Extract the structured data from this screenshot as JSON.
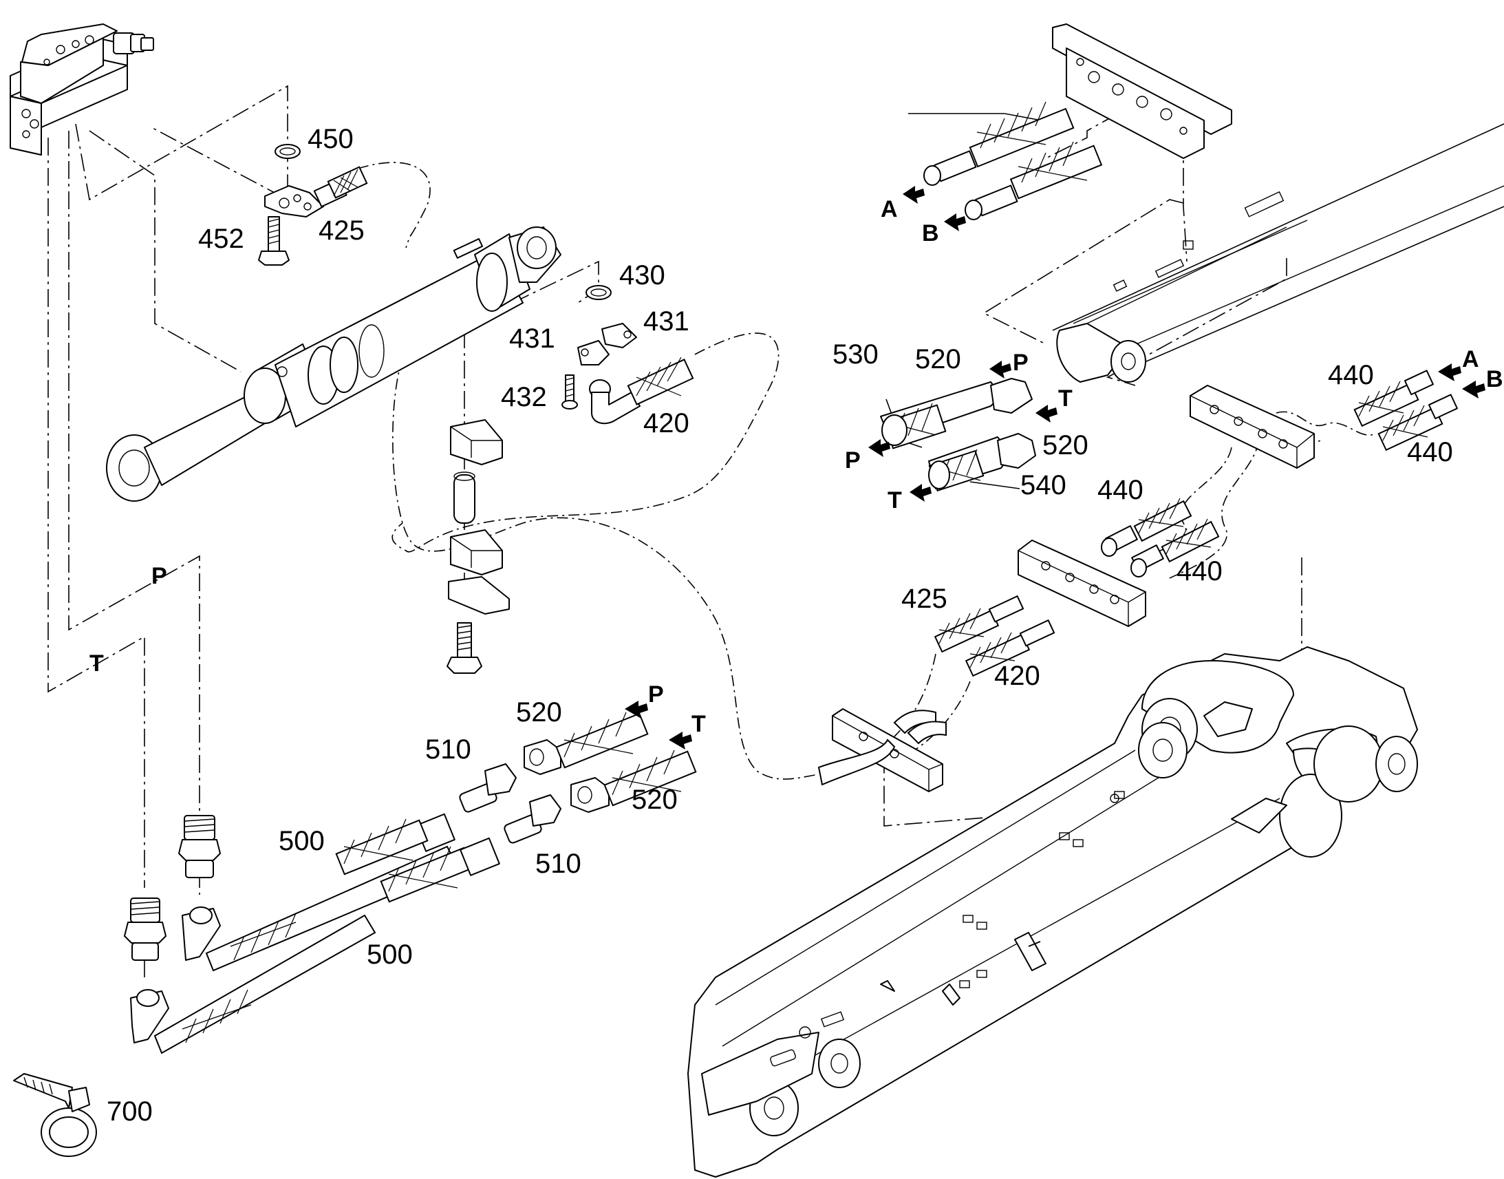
{
  "callouts": {
    "c450": "450",
    "c452": "452",
    "c425a": "425",
    "c430": "430",
    "c431a": "431",
    "c431b": "431",
    "c432": "432",
    "c420a": "420",
    "c530": "530",
    "c520a": "520",
    "c520b": "520",
    "c540": "540",
    "c440a": "440",
    "c440b": "440",
    "c440c": "440",
    "c440d": "440",
    "c425b": "425",
    "c420b": "420",
    "c510a": "510",
    "c510b": "510",
    "c520c": "520",
    "c520d": "520",
    "c500a": "500",
    "c500b": "500",
    "c700": "700"
  },
  "ports": {
    "A1": "A",
    "B1": "B",
    "P1": "P",
    "T1": "T",
    "P2": "P",
    "T2": "T",
    "A2": "A",
    "B2": "B",
    "P3": "P",
    "T3": "T",
    "P4": "P",
    "T4": "T"
  }
}
